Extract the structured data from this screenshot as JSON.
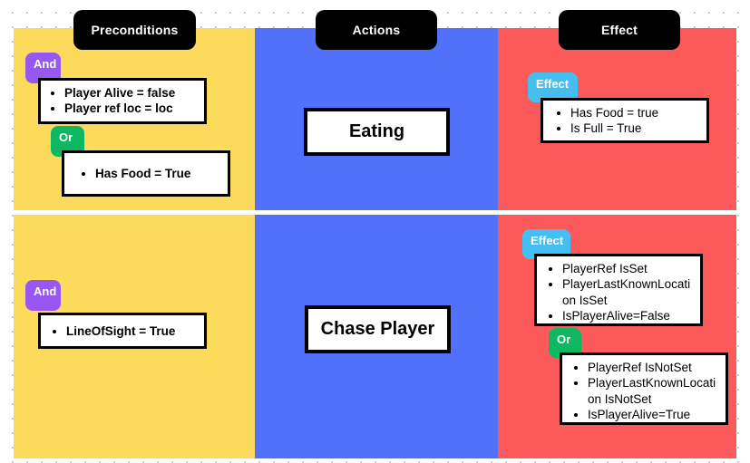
{
  "headers": [
    {
      "label": "Preconditions"
    },
    {
      "label": "Actions"
    },
    {
      "label": "Effect"
    }
  ],
  "badges": {
    "and": "And",
    "or": "Or",
    "effect": "Effect"
  },
  "colors": {
    "preconditions_panel": "#FCDA5C",
    "actions_panel": "#5271FB",
    "effect_panel": "#FC5A5A",
    "badge_and": "#9757F0",
    "badge_or": "#0EB863",
    "badge_effect": "#45BEF0",
    "header_pill": "#000000",
    "box_border": "#000000",
    "box_fill": "#FFFFFF"
  },
  "rows": [
    {
      "name": "eating-row",
      "preconditions": {
        "and_badge": "And",
        "and_items": [
          "Player Alive = false",
          "Player ref loc = loc"
        ],
        "or_badge": "Or",
        "or_items": [
          "Has Food = True"
        ]
      },
      "action": {
        "label": "Eating"
      },
      "effect": {
        "effect_badge": "Effect",
        "effect_items": [
          "Has Food = true",
          "Is Full = True"
        ]
      }
    },
    {
      "name": "chase-player-row",
      "preconditions": {
        "and_badge": "And",
        "and_items": [
          "LineOfSight = True"
        ]
      },
      "action": {
        "label": "Chase Player"
      },
      "effect": {
        "effect_badge": "Effect",
        "effect_items": [
          "PlayerRef IsSet",
          "PlayerLastKnownLocation IsSet",
          "IsPlayerAlive=False"
        ],
        "or_badge": "Or",
        "or_items": [
          "PlayerRef IsNotSet",
          "PlayerLastKnownLocation IsNotSet",
          "IsPlayerAlive=True"
        ]
      }
    }
  ]
}
